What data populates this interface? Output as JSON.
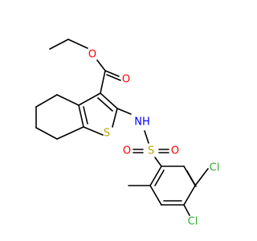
{
  "molecule": {
    "atoms": {
      "o_ether": "O",
      "o_carbonyl": "O",
      "n_h": "NH",
      "s_thiophene": "S",
      "s_sulfonyl": "S",
      "o_sulfonyl_left": "O",
      "o_sulfonyl_right": "O",
      "cl_top": "Cl",
      "cl_bottom": "Cl"
    },
    "colors": {
      "bond": "#000000",
      "oxygen": "#ff0000",
      "nitrogen": "#0000ff",
      "sulfur": "#b2a800",
      "chlorine": "#2fb02f"
    }
  }
}
